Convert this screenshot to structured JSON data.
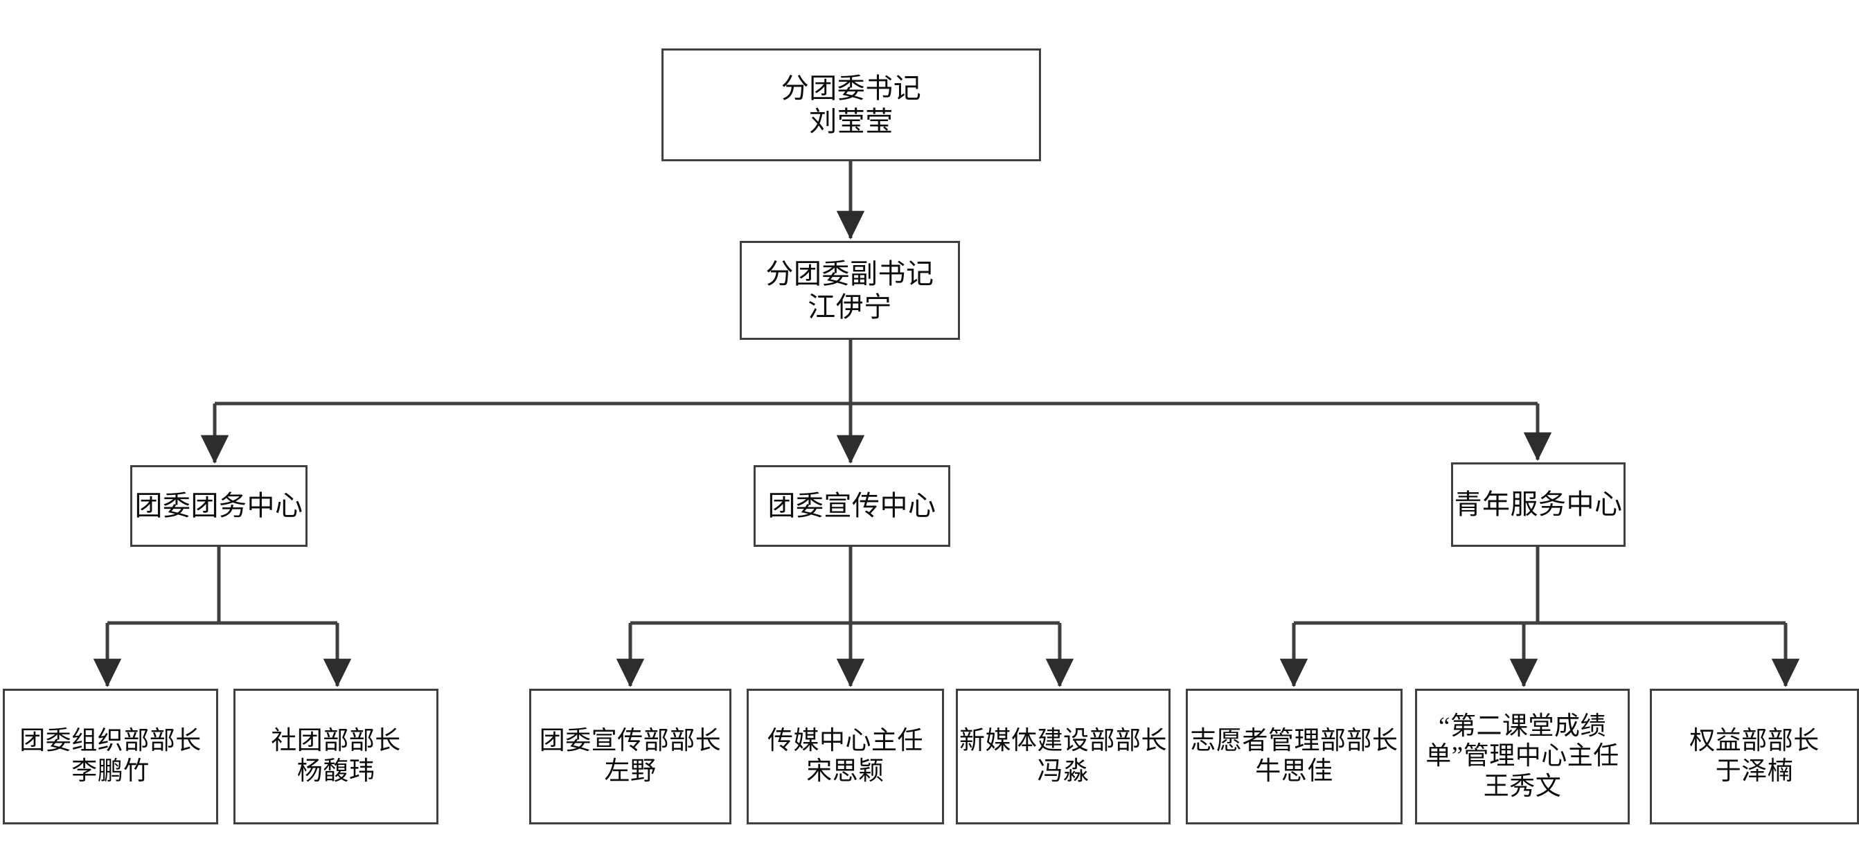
{
  "chart_data": {
    "type": "diagram",
    "diagram_kind": "organization-chart",
    "orientation": "top-down",
    "title": "",
    "colors": {
      "background": "#ffffff",
      "node_fill": "#ffffff",
      "node_border": "#3f3f3f",
      "connector": "#3f3f3f",
      "text": "#0d0d0d"
    },
    "levels": [
      [
        "root"
      ],
      [
        "vice"
      ],
      [
        "center-1",
        "center-2",
        "center-3"
      ],
      [
        "leaf-1",
        "leaf-2",
        "leaf-3",
        "leaf-4",
        "leaf-5",
        "leaf-6",
        "leaf-7",
        "leaf-8"
      ]
    ],
    "edges": [
      {
        "from": "root",
        "to": "vice"
      },
      {
        "from": "vice",
        "to": "center-1"
      },
      {
        "from": "vice",
        "to": "center-2"
      },
      {
        "from": "vice",
        "to": "center-3"
      },
      {
        "from": "center-1",
        "to": "leaf-1"
      },
      {
        "from": "center-1",
        "to": "leaf-2"
      },
      {
        "from": "center-2",
        "to": "leaf-3"
      },
      {
        "from": "center-2",
        "to": "leaf-4"
      },
      {
        "from": "center-2",
        "to": "leaf-5"
      },
      {
        "from": "center-3",
        "to": "leaf-6"
      },
      {
        "from": "center-3",
        "to": "leaf-7"
      },
      {
        "from": "center-3",
        "to": "leaf-8"
      }
    ]
  },
  "nodes": {
    "root": {
      "title": "分团委书记",
      "person": "刘莹莹",
      "text": "分团委书记\n刘莹莹"
    },
    "vice": {
      "title": "分团委副书记",
      "person": "江伊宁",
      "text": "分团委副书记\n江伊宁"
    },
    "center_1": {
      "title": "团委团务中心",
      "person": "",
      "text": "团委团务中心"
    },
    "center_2": {
      "title": "团委宣传中心",
      "person": "",
      "text": "团委宣传中心"
    },
    "center_3": {
      "title": "青年服务中心",
      "person": "",
      "text": "青年服务中心"
    },
    "leaf_1": {
      "title": "团委组织部部长",
      "person": "李鹏竹",
      "text": "团委组织部部长\n李鹏竹"
    },
    "leaf_2": {
      "title": "社团部部长",
      "person": "杨馥玮",
      "text": "社团部部长\n杨馥玮"
    },
    "leaf_3": {
      "title": "团委宣传部部长",
      "person": "左野",
      "text": "团委宣传部部长\n左野"
    },
    "leaf_4": {
      "title": "传媒中心主任",
      "person": "宋思颖",
      "text": "传媒中心主任\n宋思颖"
    },
    "leaf_5": {
      "title": "新媒体建设部部长",
      "person": "冯淼",
      "text": "新媒体建设部部长\n冯淼"
    },
    "leaf_6": {
      "title": "志愿者管理部部长",
      "person": "牛思佳",
      "text": "志愿者管理部部长\n牛思佳"
    },
    "leaf_7": {
      "title": "“第二课堂成绩单”管理中心主任",
      "person": "王秀文",
      "text": "“第二课堂成绩\n单”管理中心主任\n王秀文"
    },
    "leaf_8": {
      "title": "权益部部长",
      "person": "于泽楠",
      "text": "权益部部长\n于泽楠"
    }
  }
}
